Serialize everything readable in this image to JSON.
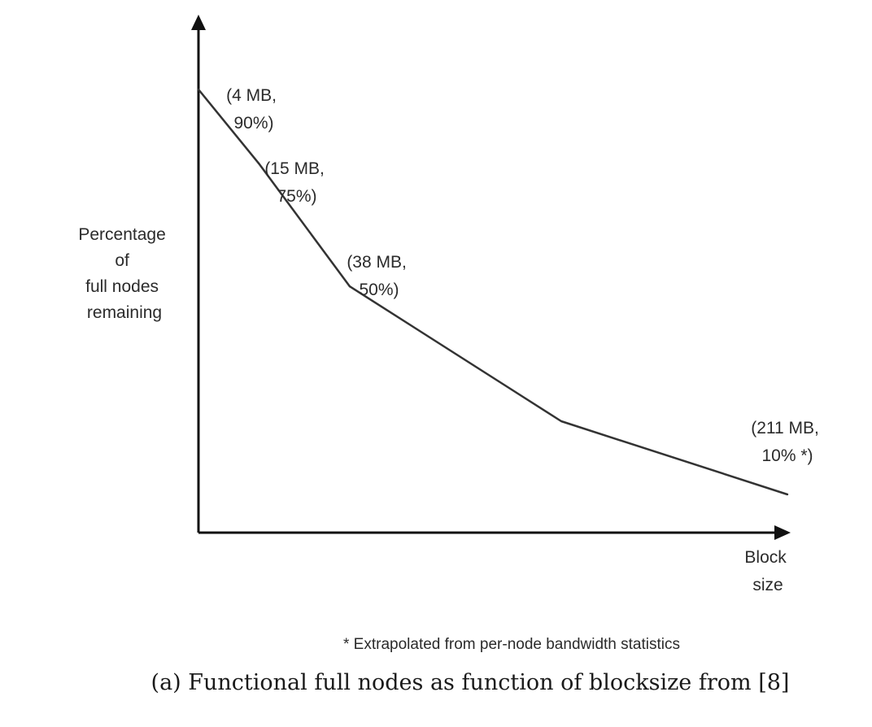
{
  "chart_data": {
    "type": "line",
    "series": [
      {
        "points": [
          {
            "x": 4,
            "y": 90
          },
          {
            "x": 15,
            "y": 75
          },
          {
            "x": 38,
            "y": 50
          },
          {
            "x": 211,
            "y": 10
          }
        ]
      }
    ],
    "annotations": [
      {
        "lines": [
          "(4 MB,",
          "90%)"
        ]
      },
      {
        "lines": [
          "(15 MB,",
          "75%)"
        ]
      },
      {
        "lines": [
          "(38 MB,",
          "50%)"
        ]
      },
      {
        "lines": [
          "(211 MB,",
          "10% *)"
        ]
      }
    ],
    "ylabel": [
      "Percentage",
      "of",
      "full nodes",
      "remaining"
    ],
    "xlabel": [
      "Block",
      "size"
    ],
    "footnote": "* Extrapolated from per-node bandwidth statistics",
    "caption": "(a) Functional full nodes as function of blocksize from [8]",
    "grid": false,
    "ticks": false,
    "axis_arrows": true,
    "colors": {
      "line": "#333333",
      "axis": "#111111",
      "text": "#2b2b2b"
    }
  }
}
